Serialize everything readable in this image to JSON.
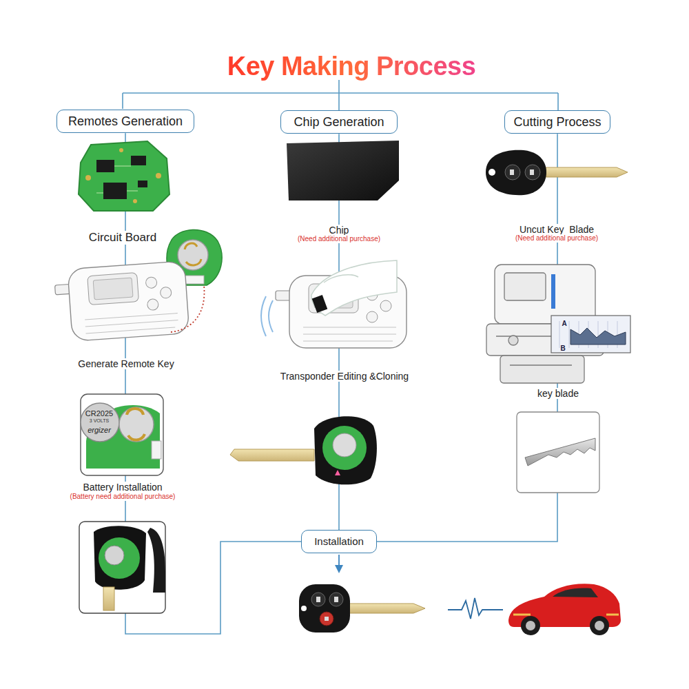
{
  "diagram": {
    "title": "Key Making Process",
    "nodes": [
      {
        "text": [
          "Remotes Generation"
        ]
      },
      {
        "text": [
          "Chip Generation"
        ]
      },
      {
        "text": [
          "Cutting Process"
        ]
      },
      {
        "text": [
          "Installation"
        ]
      }
    ],
    "edges": [
      {
        "from": 0,
        "to": 3,
        "arrow": "none"
      },
      {
        "from": 1,
        "to": 3,
        "arrow": "none"
      },
      {
        "from": 2,
        "to": 3,
        "arrow": "none"
      }
    ],
    "labels": [
      "Circuit Board",
      "Generate Remote Key",
      "CR2025",
      "3 VOLTS",
      "ergizer",
      "Battery Installation",
      "(Battery need additional purchase)",
      "Chip",
      "(Need additional purchase)",
      "Transponder Editing &Cloning",
      "Uncut Key  Blade",
      "(Need additional purchase)",
      "A",
      "B",
      "key blade"
    ]
  }
}
